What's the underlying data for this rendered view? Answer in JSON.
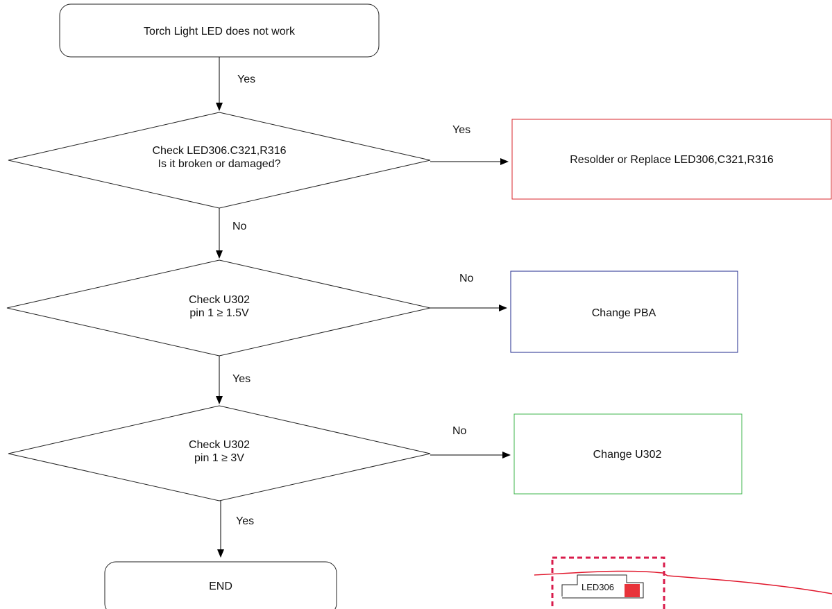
{
  "flowchart": {
    "start": "Torch Light LED does not work",
    "end": "END",
    "decisions": [
      {
        "line1": "Check LED306.C321,R316",
        "line2": "Is it broken or damaged?"
      },
      {
        "line1": "Check U302",
        "line2": "pin 1 ≥ 1.5V"
      },
      {
        "line1": "Check U302",
        "line2": "pin 1 ≥ 3V"
      }
    ],
    "actions": [
      {
        "text": "Resolder or Replace LED306,C321,R316",
        "border_color": "#d9262b"
      },
      {
        "text": "Change PBA",
        "border_color": "#1f2a8c"
      },
      {
        "text": "Change U302",
        "border_color": "#3cb44b"
      }
    ],
    "edge_labels": {
      "start_to_d1": "Yes",
      "d1_to_a1": "Yes",
      "d1_to_d2": "No",
      "d2_to_a2": "No",
      "d2_to_d3": "Yes",
      "d3_to_a3": "No",
      "d3_to_end": "Yes"
    }
  },
  "pcb_inset": {
    "component_label": "LED306",
    "highlight_color": "#e8333a",
    "frame_color": "#d81b4b"
  }
}
